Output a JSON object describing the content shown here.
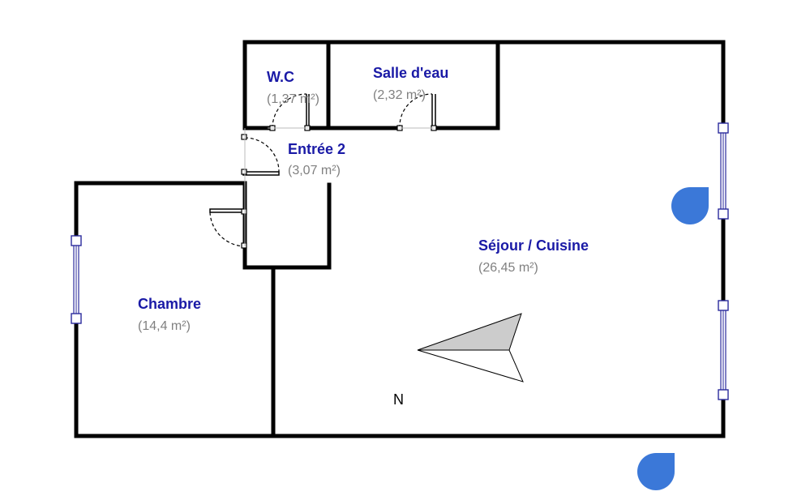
{
  "rooms": [
    {
      "name": "W.C",
      "area": "(1,37 m²)"
    },
    {
      "name": "Salle d'eau",
      "area": "(2,32 m²)"
    },
    {
      "name": "Entrée 2",
      "area": "(3,07 m²)"
    },
    {
      "name": "Chambre",
      "area": "(14,4 m²)"
    },
    {
      "name": "Séjour / Cuisine",
      "area": "(26,45 m²)"
    }
  ],
  "compass": {
    "label": "N"
  },
  "colors": {
    "wall": "#000000",
    "room_name": "#1a1aa6",
    "room_area": "#808080",
    "window": "#2b2b9c",
    "marker": "#3b78d8",
    "compass_fill": "#cccccc"
  },
  "icons": {
    "markers": [
      "location-marker-icon",
      "location-marker-icon"
    ]
  }
}
